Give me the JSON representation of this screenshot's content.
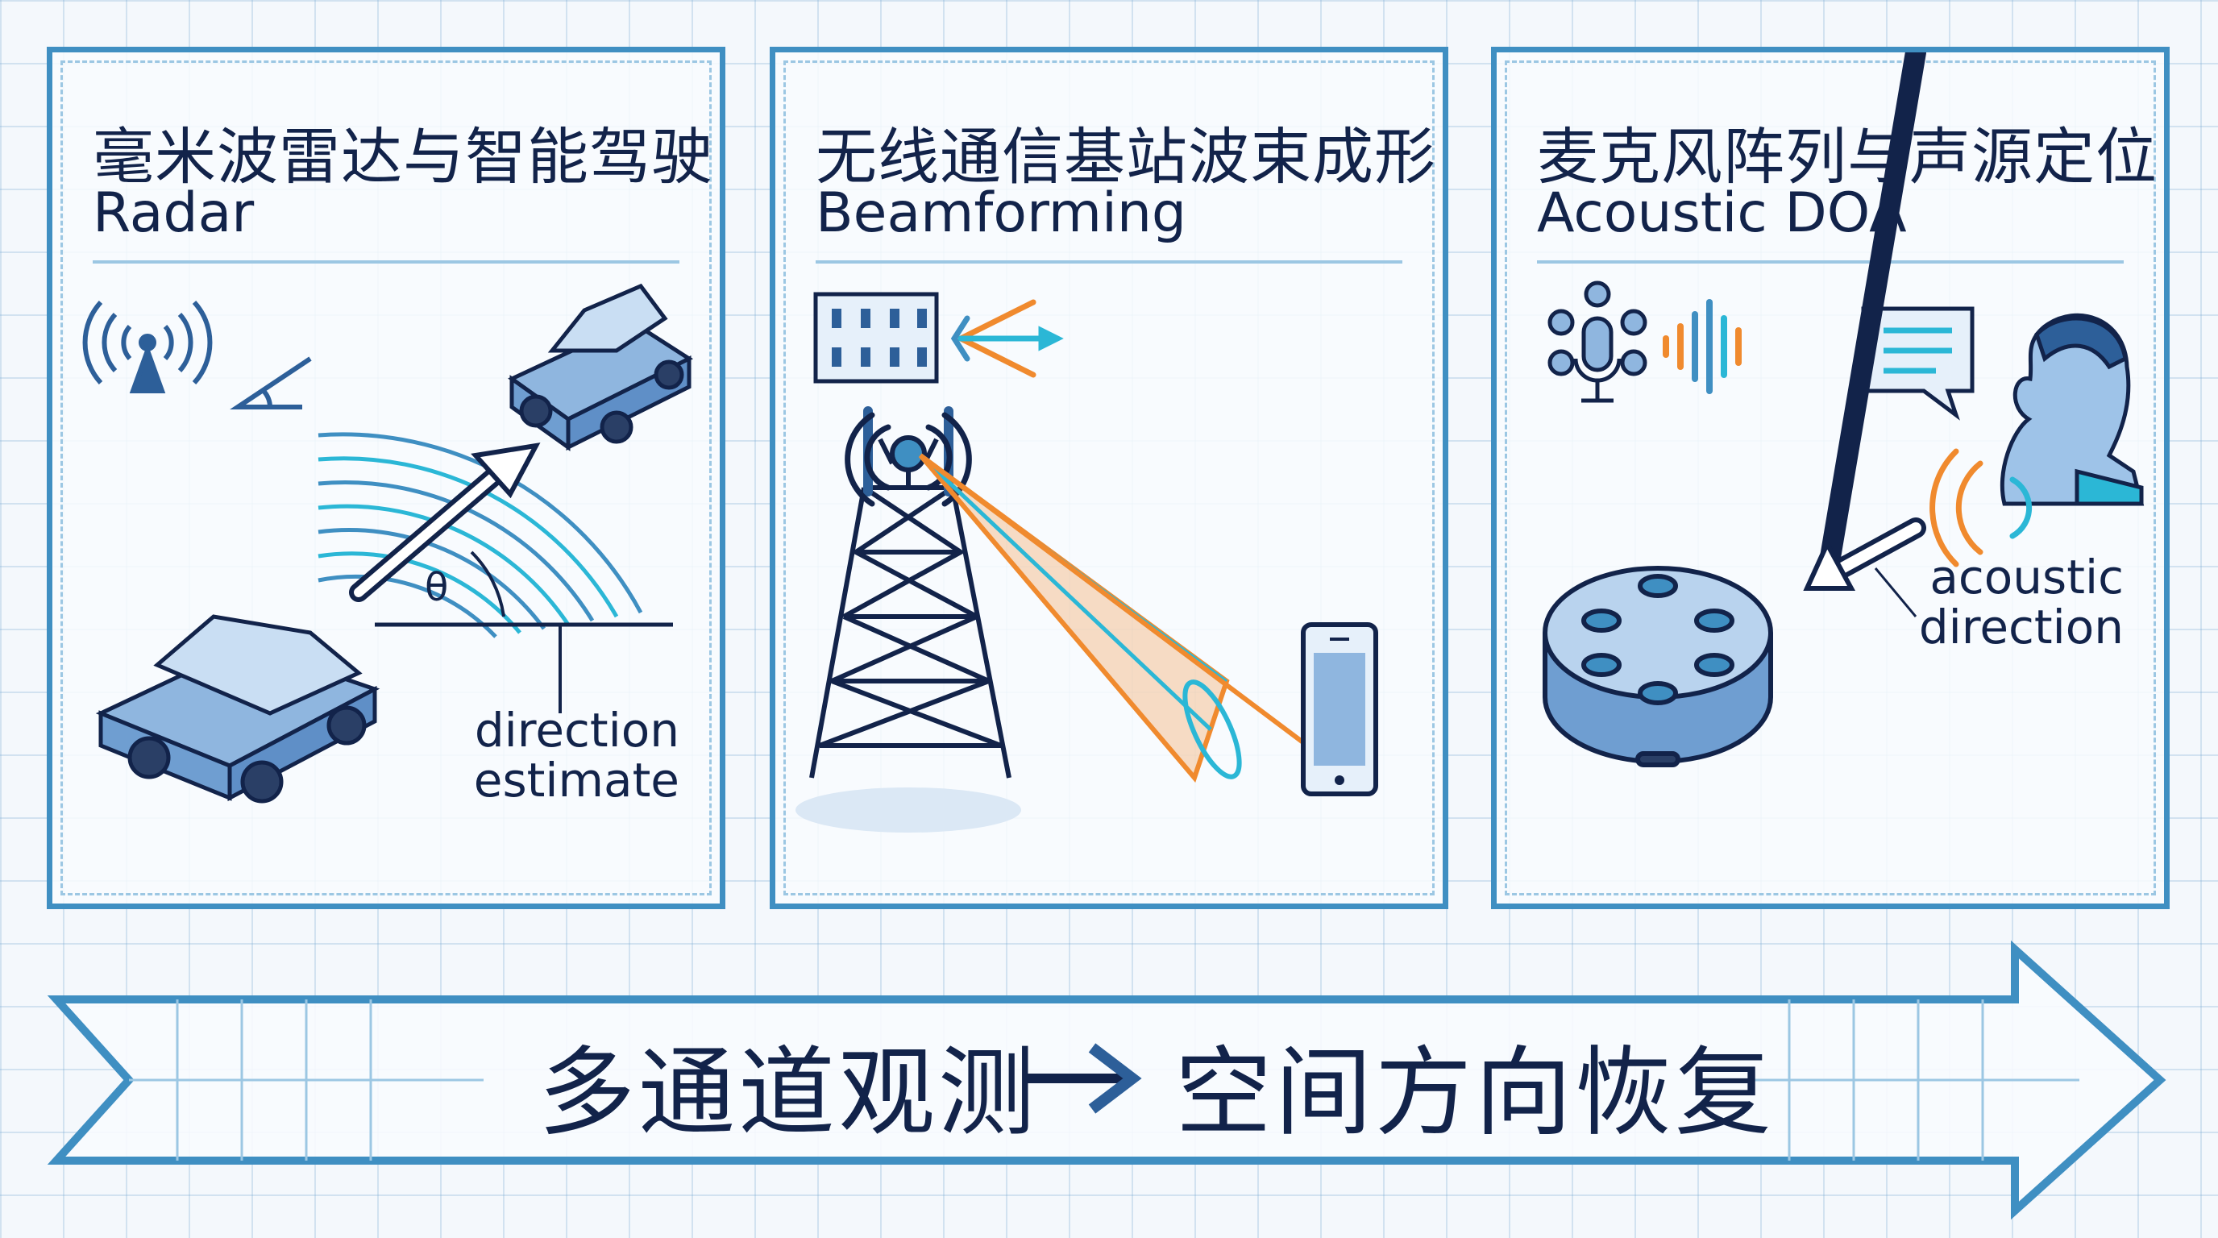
{
  "panels": [
    {
      "title_zh": "毫米波雷达与智能驾驶",
      "title_en": "Radar",
      "annotation_lines": [
        "direction",
        "estimate"
      ],
      "angle_symbol": "θ"
    },
    {
      "title_zh": "无线通信基站波束成形",
      "title_en": "Beamforming"
    },
    {
      "title_zh": "麦克风阵列与声源定位",
      "title_en": "Acoustic DOA",
      "annotation_lines": [
        "acoustic",
        "direction"
      ]
    }
  ],
  "banner": {
    "left_text": "多通道观测",
    "arrow": "→",
    "right_text": "空间方向恢复"
  },
  "colors": {
    "frame": "#3f8fc2",
    "text": "#12234a",
    "accent_orange": "#f08a2e",
    "accent_cyan": "#2bb7d6",
    "object_blue": "#8fb6df"
  }
}
